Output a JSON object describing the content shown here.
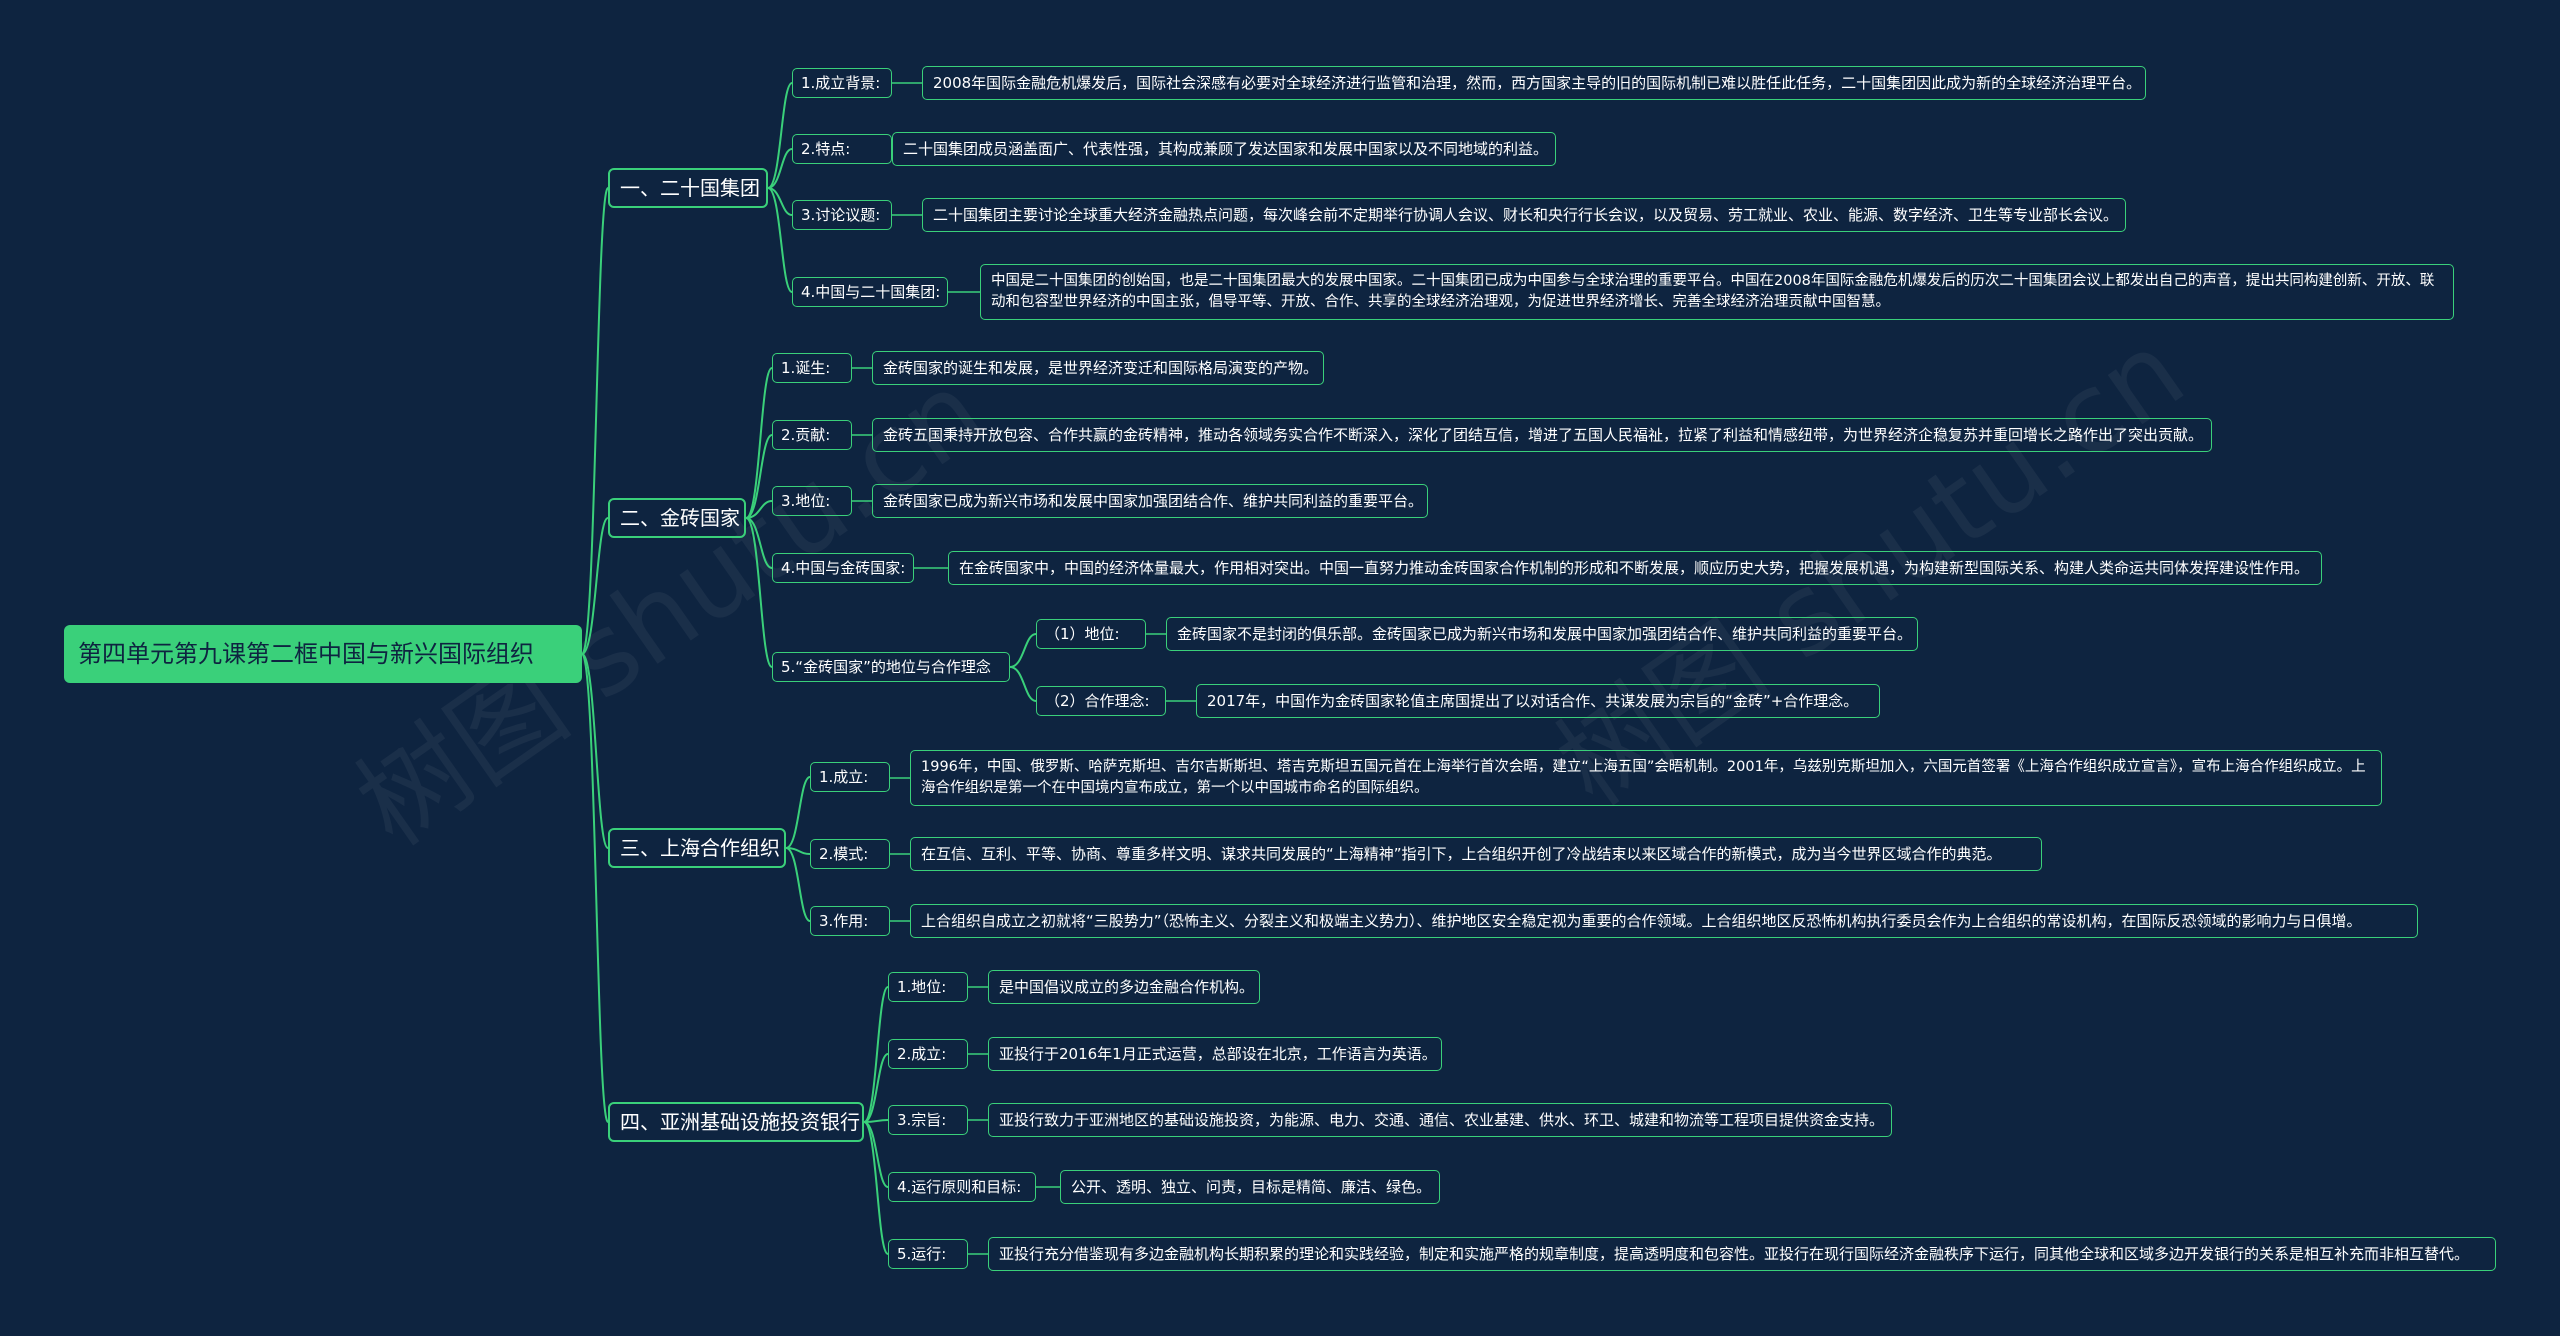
{
  "watermark": "树图 shutu.cn",
  "root": "第四单元第九课第二框中国与新兴国际组织",
  "sections": [
    {
      "title": "一、二十国集团",
      "items": [
        {
          "label": "1.成立背景:",
          "text": "2008年国际金融危机爆发后，国际社会深感有必要对全球经济进行监管和治理，然而，西方国家主导的旧的国际机制已难以胜任此任务，二十国集团因此成为新的全球经济治理平台。"
        },
        {
          "label": "2.特点:",
          "text": "二十国集团成员涵盖面广、代表性强，其构成兼顾了发达国家和发展中国家以及不同地域的利益。"
        },
        {
          "label": "3.讨论议题:",
          "text": "二十国集团主要讨论全球重大经济金融热点问题，每次峰会前不定期举行协调人会议、财长和央行行长会议，以及贸易、劳工就业、农业、能源、数字经济、卫生等专业部长会议。"
        },
        {
          "label": "4.中国与二十国集团:",
          "text": "中国是二十国集团的创始国，也是二十国集团最大的发展中国家。二十国集团已成为中国参与全球治理的重要平台。中国在2008年国际金融危机爆发后的历次二十国集团会议上都发出自己的声音，提出共同构建创新、开放、联动和包容型世界经济的中国主张，倡导平等、开放、合作、共享的全球经济治理观，为促进世界经济增长、完善全球经济治理贡献中国智慧。"
        }
      ]
    },
    {
      "title": "二、金砖国家",
      "items": [
        {
          "label": "1.诞生:",
          "text": "金砖国家的诞生和发展，是世界经济变迁和国际格局演变的产物。"
        },
        {
          "label": "2.贡献:",
          "text": "金砖五国秉持开放包容、合作共赢的金砖精神，推动各领域务实合作不断深入，深化了团结互信，增进了五国人民福祉，拉紧了利益和情感纽带，为世界经济企稳复苏并重回增长之路作出了突出贡献。"
        },
        {
          "label": "3.地位:",
          "text": "金砖国家已成为新兴市场和发展中国家加强团结合作、维护共同利益的重要平台。"
        },
        {
          "label": "4.中国与金砖国家:",
          "text": "在金砖国家中，中国的经济体量最大，作用相对突出。中国一直努力推动金砖国家合作机制的形成和不断发展，顺应历史大势，把握发展机遇，为构建新型国际关系、构建人类命运共同体发挥建设性作用。"
        },
        {
          "label": "5.“金砖国家”的地位与合作理念",
          "subitems": [
            {
              "label": "（1）地位:",
              "text": "金砖国家不是封闭的俱乐部。金砖国家已成为新兴市场和发展中国家加强团结合作、维护共同利益的重要平台。"
            },
            {
              "label": "（2）合作理念:",
              "text": "2017年，中国作为金砖国家轮值主席国提出了以对话合作、共谋发展为宗旨的“金砖”+合作理念。"
            }
          ]
        }
      ]
    },
    {
      "title": "三、上海合作组织",
      "items": [
        {
          "label": "1.成立:",
          "text": "1996年，中国、俄罗斯、哈萨克斯坦、吉尔吉斯斯坦、塔吉克斯坦五国元首在上海举行首次会晤，建立“上海五国”会晤机制。2001年，乌兹别克斯坦加入，六国元首签署《上海合作组织成立宣言》，宣布上海合作组织成立。上海合作组织是第一个在中国境内宣布成立，第一个以中国城市命名的国际组织。"
        },
        {
          "label": "2.模式:",
          "text": "在互信、互利、平等、协商、尊重多样文明、谋求共同发展的“上海精神”指引下，上合组织开创了冷战结束以来区域合作的新模式，成为当今世界区域合作的典范。"
        },
        {
          "label": "3.作用:",
          "text": "上合组织自成立之初就将“三股势力”（恐怖主义、分裂主义和极端主义势力）、维护地区安全稳定视为重要的合作领域。上合组织地区反恐怖机构执行委员会作为上合组织的常设机构，在国际反恐领域的影响力与日俱增。"
        }
      ]
    },
    {
      "title": "四、亚洲基础设施投资银行",
      "items": [
        {
          "label": "1.地位:",
          "text": "是中国倡议成立的多边金融合作机构。"
        },
        {
          "label": "2.成立:",
          "text": "亚投行于2016年1月正式运营，总部设在北京，工作语言为英语。"
        },
        {
          "label": "3.宗旨:",
          "text": "亚投行致力于亚洲地区的基础设施投资，为能源、电力、交通、通信、农业基建、供水、环卫、城建和物流等工程项目提供资金支持。"
        },
        {
          "label": "4.运行原则和目标:",
          "text": "公开、透明、独立、问责，目标是精简、廉洁、绿色。"
        },
        {
          "label": "5.运行:",
          "text": "亚投行充分借鉴现有多边金融机构长期积累的理论和实践经验，制定和实施严格的规章制度，提高透明度和包容性。亚投行在现行国际经济金融秩序下运行，同其他全球和区域多边开发银行的关系是相互补充而非相互替代。"
        }
      ]
    }
  ]
}
